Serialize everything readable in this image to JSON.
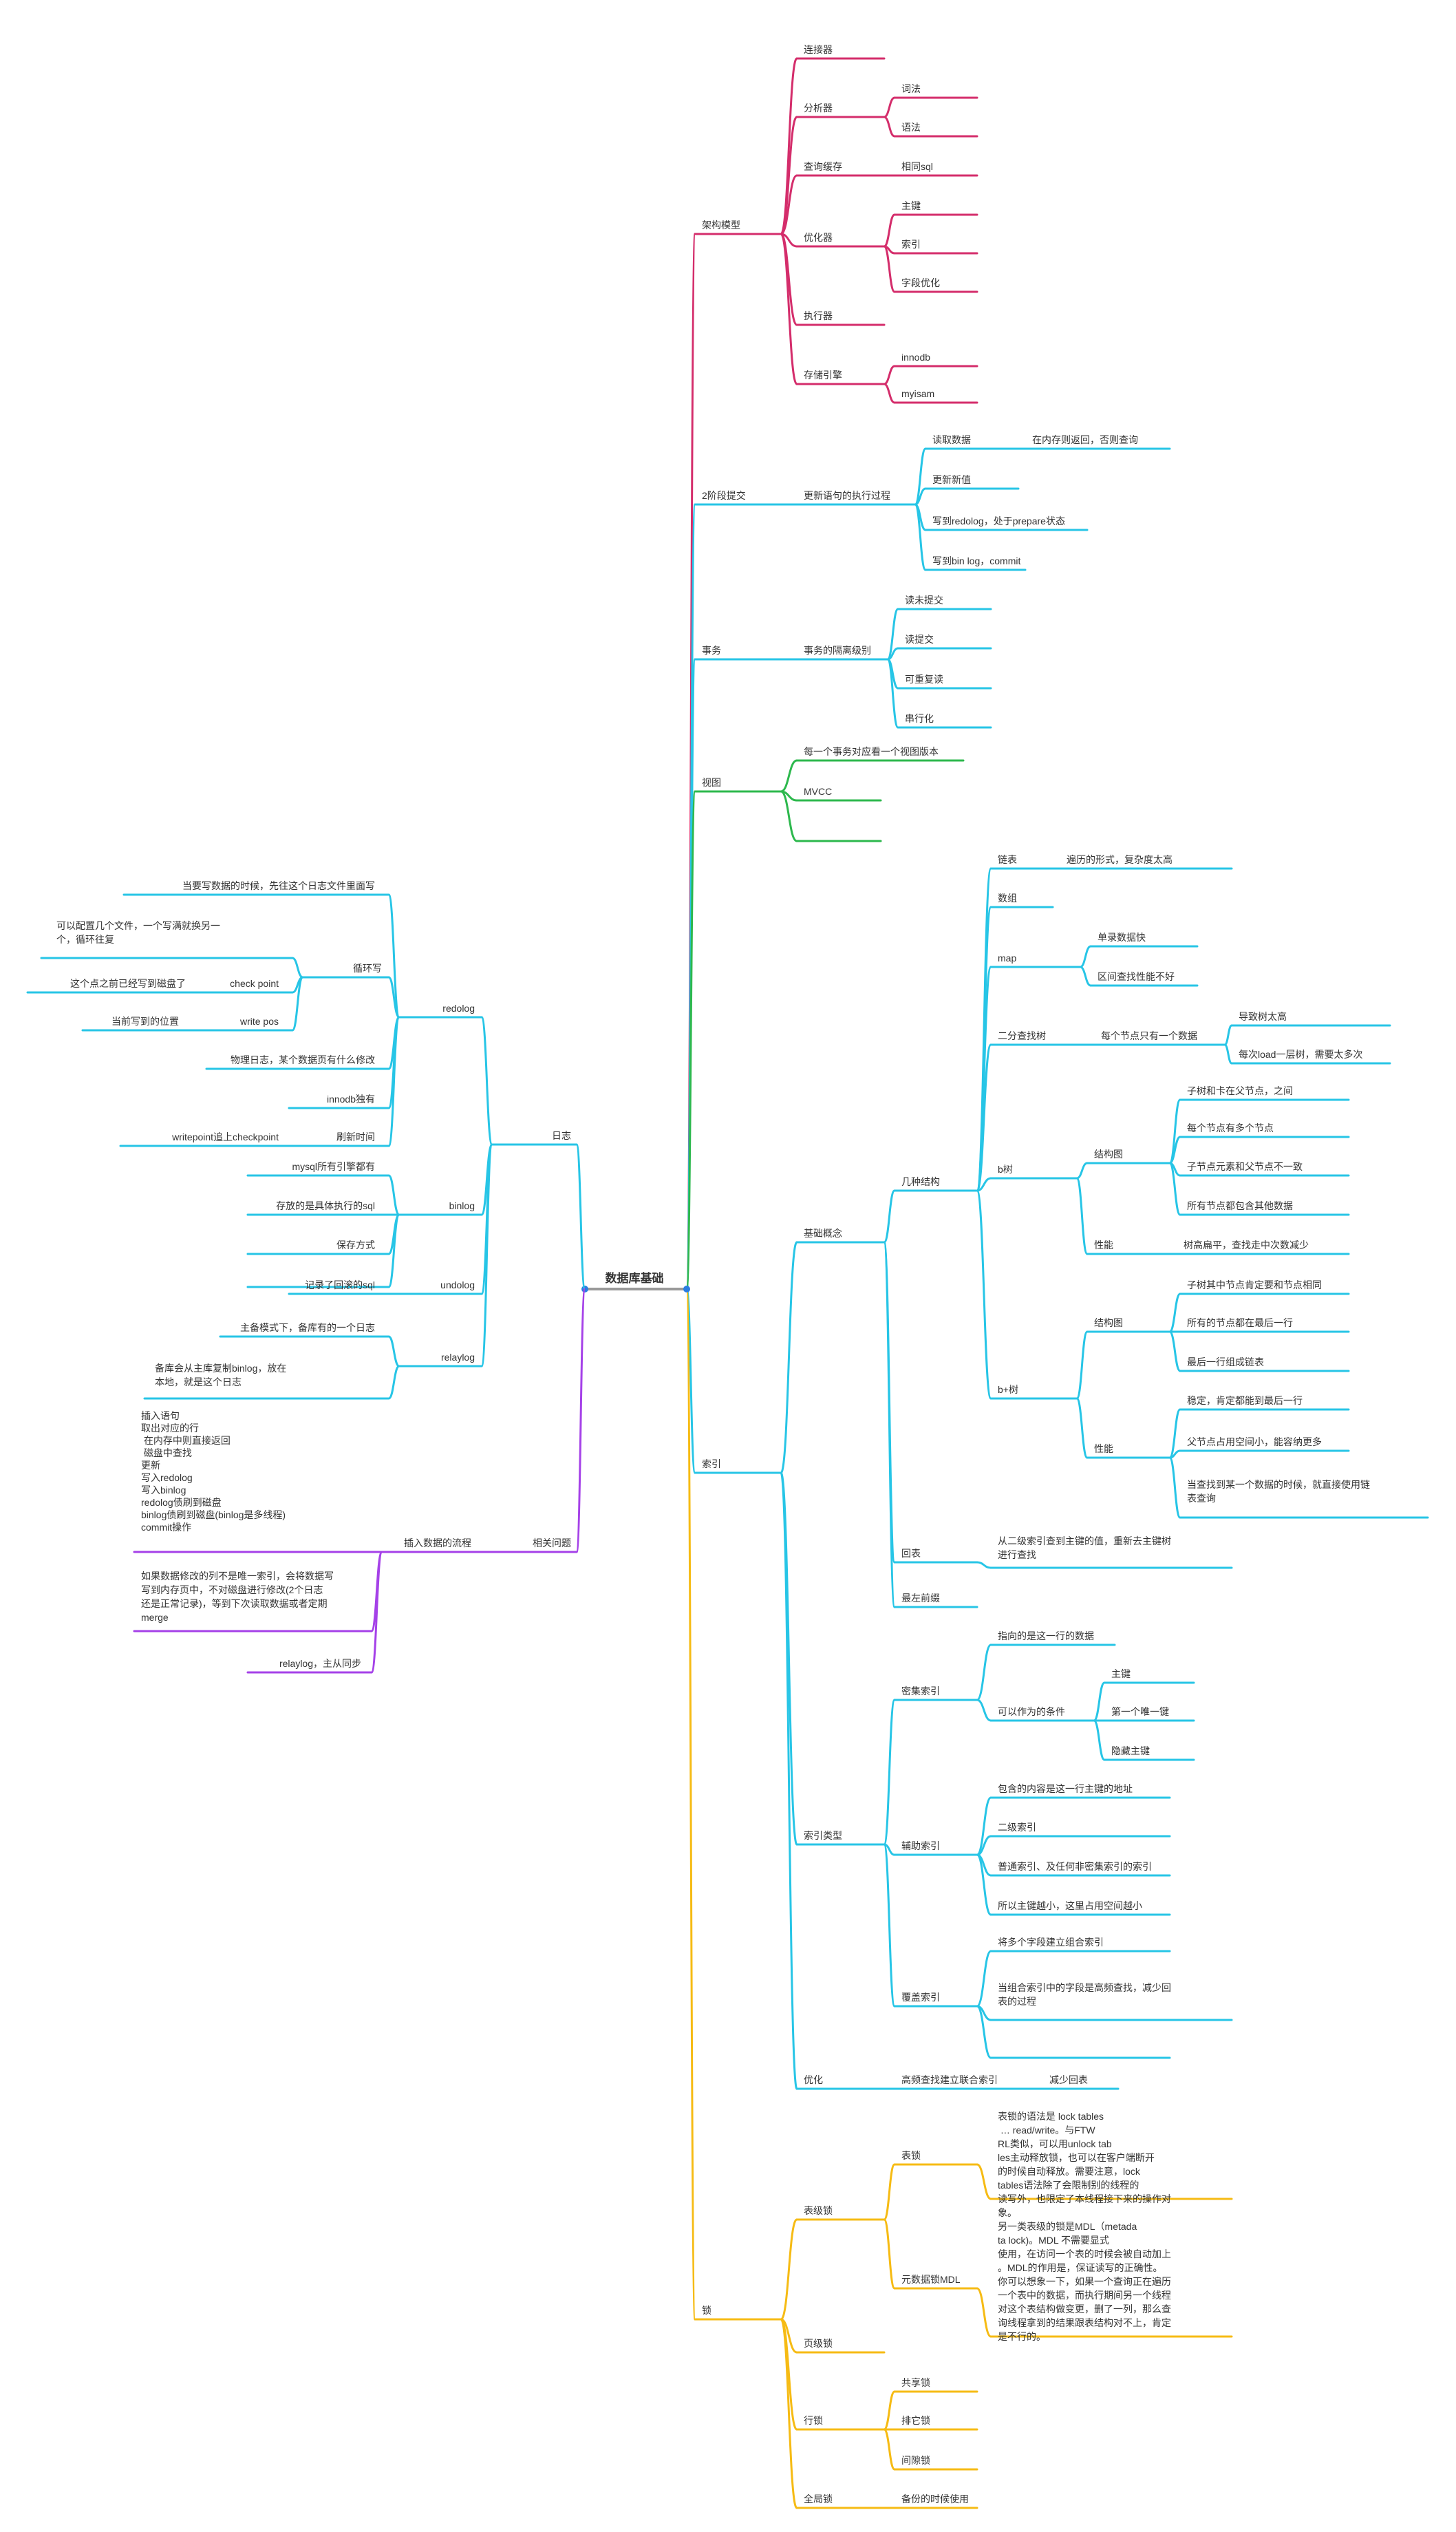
{
  "root": {
    "label": "数据库基础"
  },
  "colors": {
    "architecture": "#d42d6b",
    "commit": "#27c5e6",
    "transaction": "#27c5e6",
    "view": "#2db84d",
    "index": "#27c5e6",
    "lock": "#f6bb14",
    "log": "#27c5e6",
    "related": "#a541e8",
    "link": "#999999",
    "dot": "#2a7de1"
  },
  "right": {
    "architecture": {
      "label": "架构模型",
      "children": [
        "连接器",
        "分析器",
        "查询缓存",
        "优化器",
        "执行器",
        "存储引擎"
      ],
      "analyzer": [
        "词法",
        "语法"
      ],
      "cache": [
        "相同sql"
      ],
      "optimizer": [
        "主键",
        "索引",
        "字段优化"
      ],
      "storage": [
        "innodb",
        "myisam"
      ]
    },
    "commit": {
      "label": "2阶段提交",
      "child": "更新语句的执行过程",
      "steps": [
        "读取数据",
        "更新新值",
        "写到redolog，处于prepare状态",
        "写到bin log，commit"
      ],
      "read_note": "在内存则返回，否则查询"
    },
    "transaction": {
      "label": "事务",
      "child": "事务的隔离级别",
      "levels": [
        "读未提交",
        "读提交",
        "可重复读",
        "串行化"
      ]
    },
    "view": {
      "label": "视图",
      "children": [
        "每一个事务对应看一个视图版本",
        "MVCC",
        ""
      ]
    },
    "index": {
      "label": "索引",
      "basic": "基础概念",
      "structures": "几种结构",
      "linked": "链表",
      "linked_note": "遍历的形式，复杂度太高",
      "array": "数组",
      "map": "map",
      "map_notes": [
        "单录数据快",
        "区间查找性能不好"
      ],
      "bst": "二分查找树",
      "bst_note": "每个节点只有一个数据",
      "bst_notes": [
        "导致树太高",
        "每次load一层树，需要太多次"
      ],
      "btree": "b树",
      "btree_struct": "结构图",
      "btree_struct_notes": [
        "子树和卡在父节点，之间",
        "每个节点有多个节点",
        "子节点元素和父节点不一致",
        "所有节点都包含其他数据"
      ],
      "btree_perf": "性能",
      "btree_perf_note": "树高扁平，查找走中次数减少",
      "bplus": "b+树",
      "bplus_struct": "结构图",
      "bplus_struct_notes": [
        "子树其中节点肯定要和节点相同",
        "所有的节点都在最后一行",
        "最后一行组成链表"
      ],
      "bplus_perf": "性能",
      "bplus_perf_notes": [
        "稳定，肯定都能到最后一行",
        "父节点占用空间小，能容纳更多",
        "当查找到某一个数据的时候，就直接使用链表查询"
      ],
      "backtable": "回表",
      "backtable_note": "从二级索引查到主键的值，重新去主键树进行查找",
      "leftmost": "最左前缀",
      "types": "索引类型",
      "clustered": "密集索引",
      "clustered_notes": [
        "指向的是这一行的数据",
        "可以作为的条件"
      ],
      "clustered_conds": [
        "主键",
        "第一个唯一键",
        "隐藏主键"
      ],
      "secondary": "辅助索引",
      "secondary_notes": [
        "包含的内容是这一行主键的地址",
        "二级索引",
        "普通索引、及任何非密集索引的索引",
        "所以主键越小，这里占用空间越小"
      ],
      "covering": "覆盖索引",
      "covering_notes": [
        "将多个字段建立组合索引",
        "当组合索引中的字段是高频查找，减少回表的过程",
        ""
      ],
      "opt": "优化",
      "opt_note": "高频查找建立联合索引",
      "opt_note2": "减少回表"
    },
    "lock": {
      "label": "锁",
      "table": "表级锁",
      "tablelock": "表锁",
      "tablelock_note": "表锁的语法是 lock tables … read/write。与FTWRL类似，可以用unlock tables主动释放锁，也可以在客户端断开的时候自动释放。需要注意，lock tables语法除了会限制别的线程的读写外，也限定了本线程接下来的操作对象。",
      "mdl": "元数据锁MDL",
      "mdl_note": "另一类表级的锁是MDL（metadata lock)。MDL 不需要显式使用，在访问一个表的时候会被自动加上。MDL的作用是，保证读写的正确性。你可以想象一下，如果一个查询正在遍历一个表中的数据，而执行期间另一个线程对这个表结构做变更，删了一列，那么查询线程拿到的结果跟表结构对不上，肯定是不行的。",
      "page": "页级锁",
      "row": "行锁",
      "row_children": [
        "共享锁",
        "排它锁",
        "间隙锁"
      ],
      "global": "全局锁",
      "global_note": "备份的时候使用"
    }
  },
  "left": {
    "log": {
      "label": "日志",
      "redolog": "redolog",
      "redo_first": "当要写数据的时候，先往这个日志文件里面写",
      "loop": "循环写",
      "loop_note1": "可以配置几个文件，一个写满就换另一个，循环往复",
      "checkpoint": "check point",
      "checkpoint_note": "这个点之前已经写到磁盘了",
      "writepos": "write pos",
      "writepos_note": "当前写到的位置",
      "physical": "物理日志，某个数据页有什么修改",
      "innodb": "innodb独有",
      "flush": "刷新时间",
      "flush_note": "writepoint追上checkpoint",
      "binlog": "binlog",
      "binlog_notes": [
        "mysql所有引擎都有",
        "存放的是具体执行的sql",
        "保存方式",
        ""
      ],
      "undolog": "undolog",
      "undo_note": "记录了回滚的sql",
      "relaylog": "relaylog",
      "relay_notes": [
        "主备模式下，备库有的一个日志",
        "备库会从主库复制binlog，放在本地，就是这个日志"
      ]
    },
    "related": {
      "label": "相关问题",
      "insert": "插入数据的流程",
      "insert_steps": [
        "插入语句",
        "取出对应的行",
        "  在内存中则直接返回",
        "  磁盘中查找",
        "更新",
        "写入redolog",
        "写入binlog",
        "redolog债刷到磁盘",
        "binlog债刷到磁盘(binlog是多线程)",
        "commit操作"
      ],
      "change_buffer": "如果数据修改的列不是唯一索引，会将数据写写到内存页中，不对磁盘进行修改(2个日志还是正常记录)，等到下次读取数据或者定期merge",
      "relay_sync": "relaylog，主从同步"
    }
  }
}
